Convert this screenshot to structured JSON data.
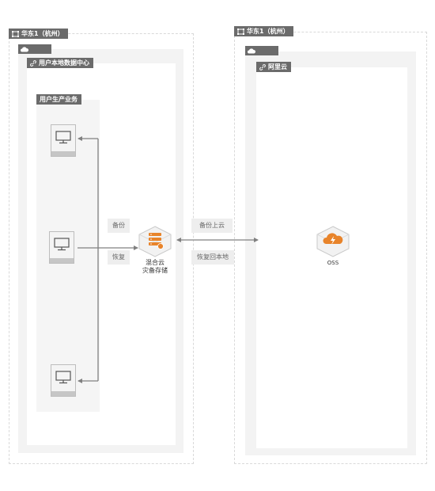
{
  "left_region": {
    "region_label": "华东1（杭州）",
    "datacenter_label": "用户本地数据中心",
    "business_label": "用户生产业务"
  },
  "right_region": {
    "region_label": "华东1（杭州）",
    "cloud_label": "阿里云"
  },
  "edges": {
    "backup": "备份",
    "restore": "恢复",
    "backup_to_cloud": "备份上云",
    "restore_to_local": "恢复回本地"
  },
  "nodes": {
    "hybrid_backup": "混合云\n灾备存储",
    "oss": "OSS"
  },
  "colors": {
    "tag_bg": "#6b6b6b",
    "accent_orange": "#e8842b",
    "line": "#808080"
  },
  "icons": [
    "region-icon",
    "cloud-icon",
    "link-icon",
    "computer-icon",
    "storage-server-icon",
    "oss-icon"
  ]
}
